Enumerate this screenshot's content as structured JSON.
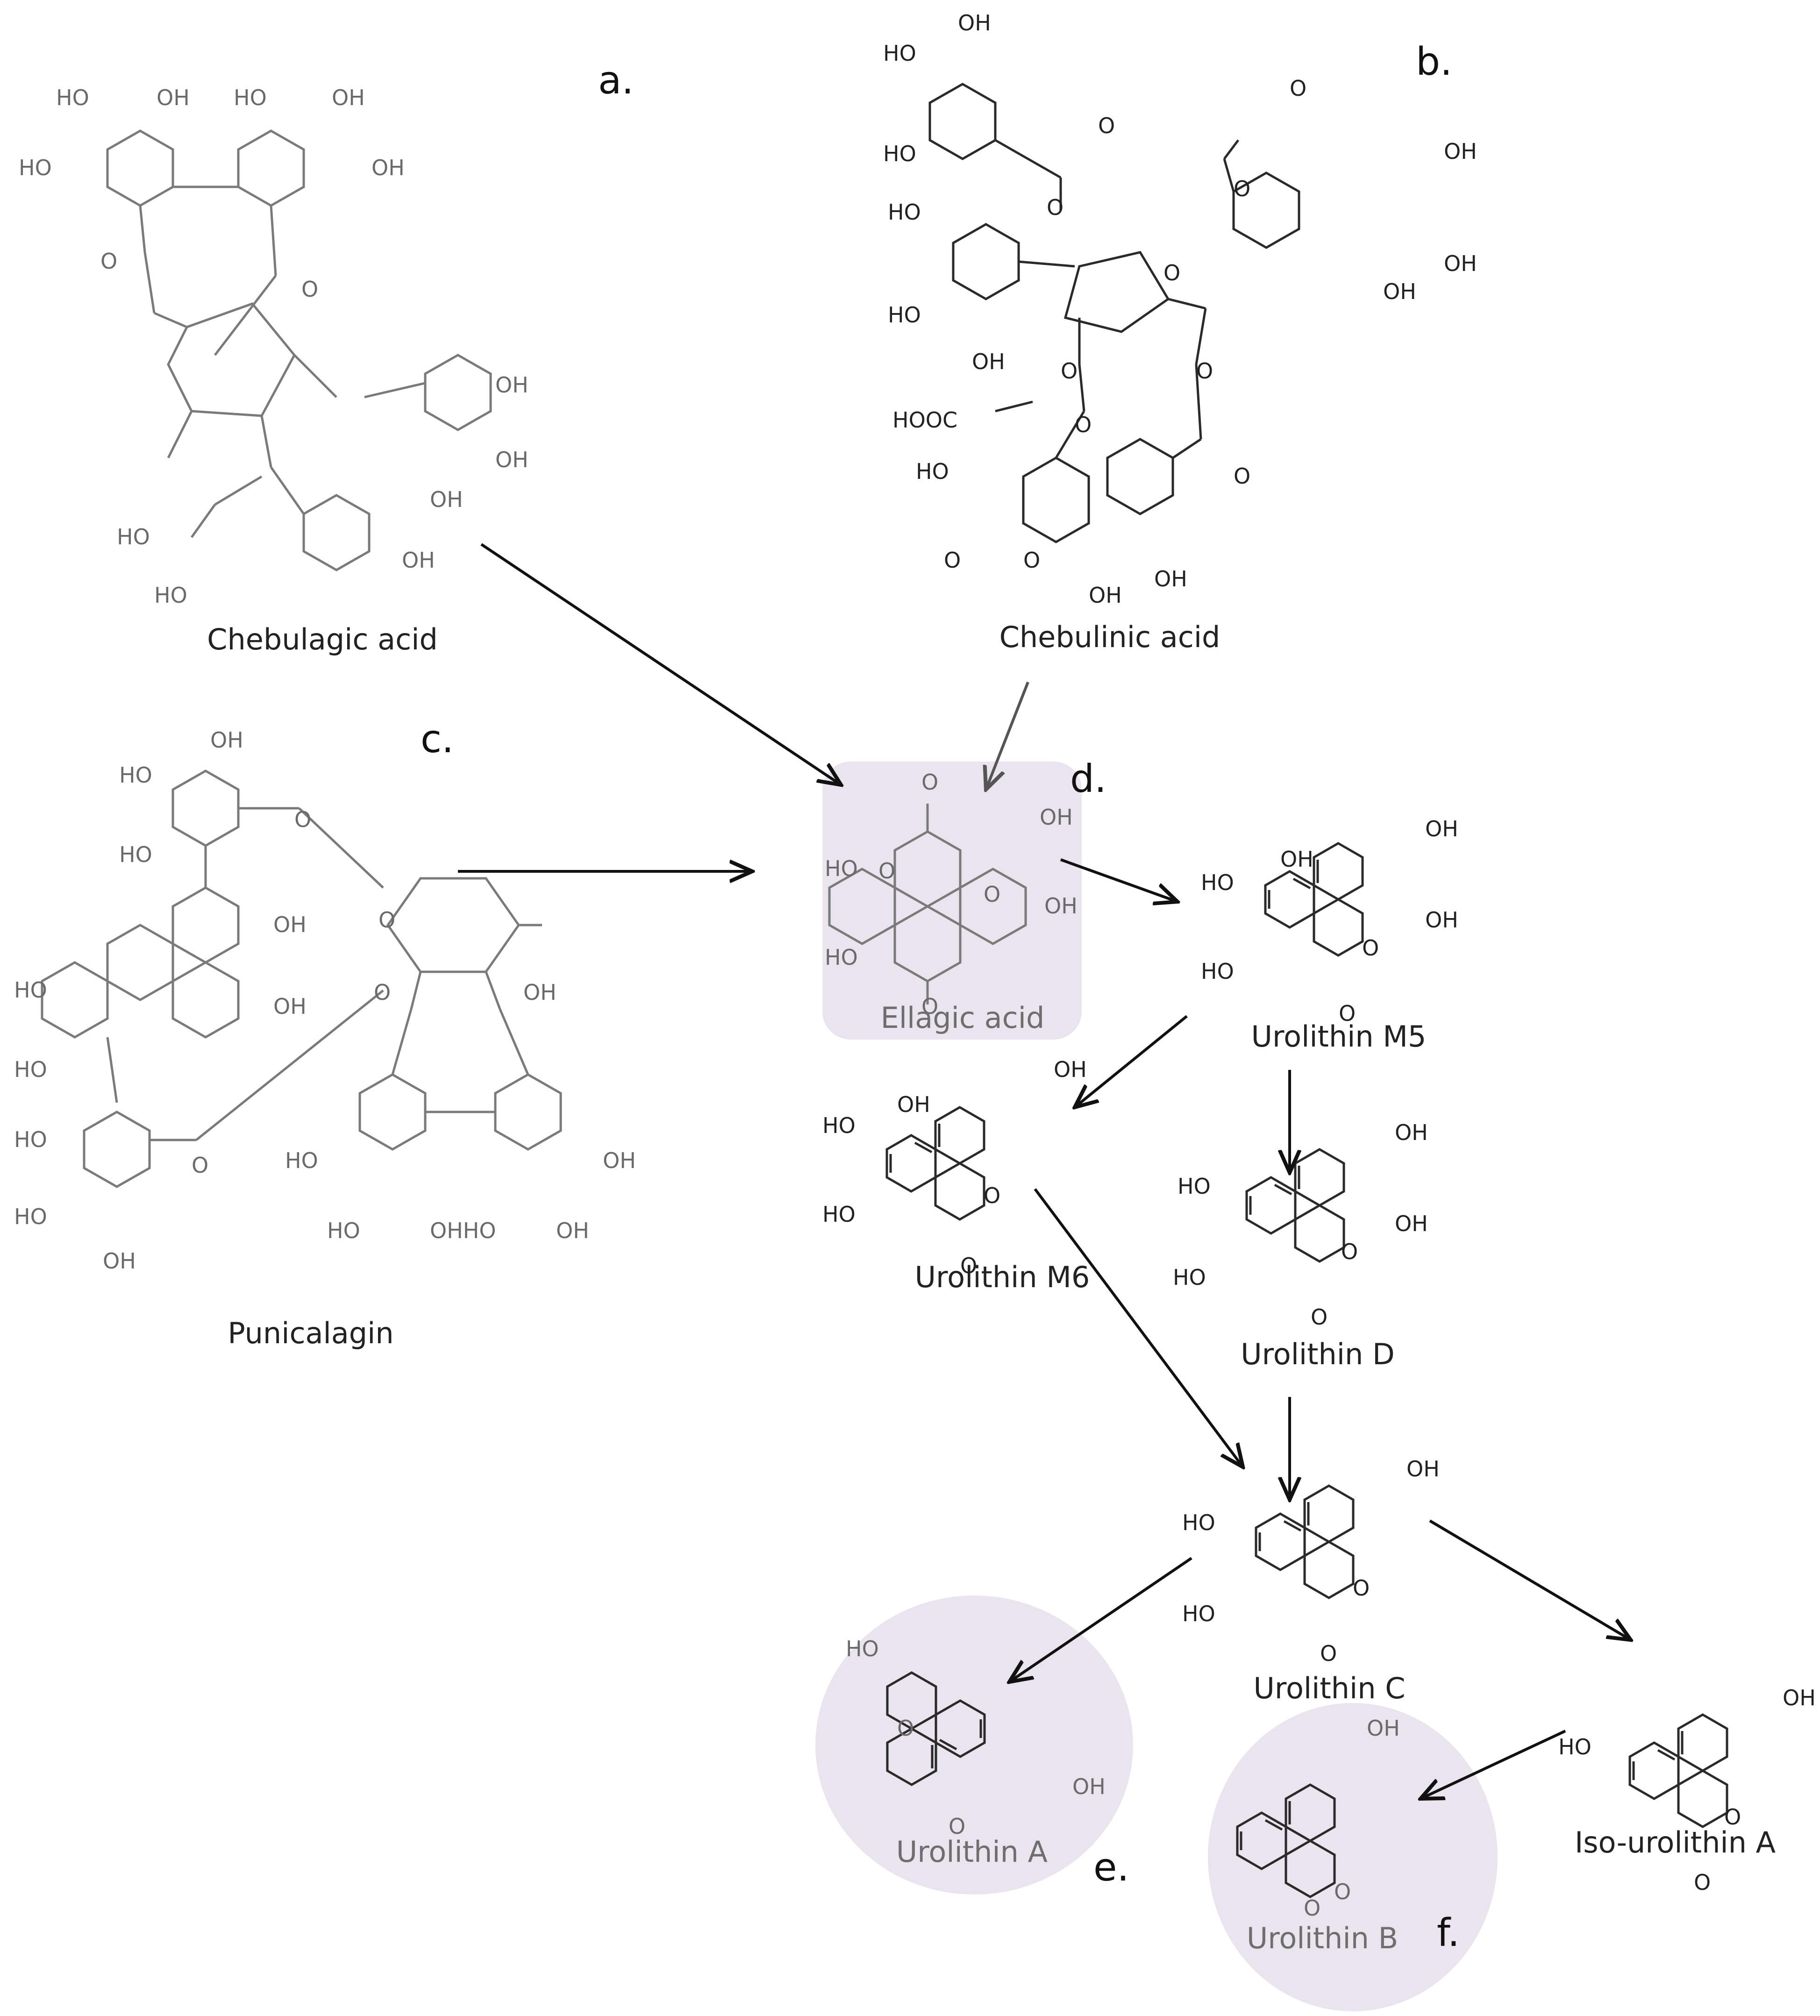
{
  "colors": {
    "highlight": "#e9e4ee",
    "arrow": "#111111",
    "structure_black": "#2a2a2a",
    "structure_grey": "#7a7a7a"
  },
  "panels": {
    "a": "a.",
    "b": "b.",
    "c": "c.",
    "d": "d.",
    "e": "e.",
    "f": "f."
  },
  "compounds": {
    "chebulagic_acid": "Chebulagic acid",
    "chebulinic_acid": "Chebulinic acid",
    "punicalagin": "Punicalagin",
    "ellagic_acid": "Ellagic acid",
    "urolithin_m5": "Urolithin M5",
    "urolithin_m6": "Urolithin M6",
    "urolithin_d": "Urolithin D",
    "urolithin_c": "Urolithin C",
    "urolithin_a": "Urolithin A",
    "urolithin_b": "Urolithin B",
    "iso_urolithin_a": "Iso-urolithin A"
  },
  "atoms": {
    "oh": "OH",
    "ho": "HO",
    "o": "O",
    "hooc": "HOOC",
    "ohho": "OHHO"
  }
}
